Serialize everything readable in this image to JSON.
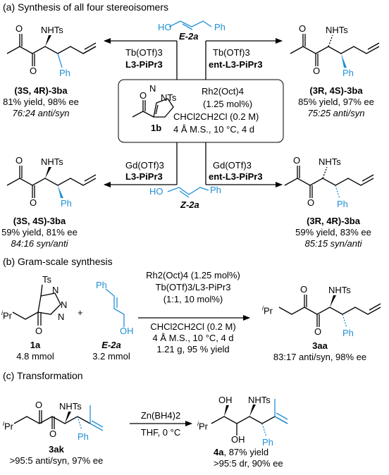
{
  "sections": {
    "a": "(a) Synthesis of all four stereoisomers",
    "b": "(b) Gram-scale synthesis",
    "c": "(c) Transformation"
  },
  "labels": {
    "nhts": "NHTs",
    "ph": "Ph",
    "ts": "Ts",
    "ipr": "Pr",
    "ipr_sup": "i",
    "o": "O",
    "oh": "OH",
    "ho": "HO",
    "n": "N",
    "nts": "NTs",
    "e2a": "E-2a",
    "z2a": "Z-2a",
    "1b": "1b"
  },
  "part_a": {
    "center": {
      "cat": "Rh2(Oct)4",
      "mol": "(1.25 mol%)",
      "solvent": "CHCl2CH2Cl (0.2 M)",
      "cond": "4 Å M.S., 10 °C, 4 d"
    },
    "tl_arrow": [
      "Tb(OTf)3",
      "L3-PiPr3"
    ],
    "tr_arrow": [
      "Tb(OTf)3",
      "ent-L3-PiPr3"
    ],
    "bl_arrow": [
      "Gd(OTf)3",
      "L3-PiPr3"
    ],
    "br_arrow": [
      "Gd(OTf)3",
      "ent-L3-PiPr3"
    ],
    "p1": [
      "(3S, 4R)-3ba",
      "81% yield, 98% ee",
      "76:24 anti/syn"
    ],
    "p2": [
      "(3R, 4S)-3ba",
      "85% yield, 97% ee",
      "75:25  anti/syn"
    ],
    "p3": [
      "(3S, 4S)-3ba",
      "59% yield, 81% ee",
      "84:16 syn/anti"
    ],
    "p4": [
      "(3R, 4R)-3ba",
      "59% yield, 83% ee",
      "85:15 syn/anti"
    ]
  },
  "part_b": {
    "sm1_label": "1a",
    "sm1_amt": "4.8 mmol",
    "sm2_label": "E-2a",
    "sm2_amt": "3.2 mmol",
    "plus": "+",
    "above": [
      "Rh2(Oct)4 (1.25 mol%)",
      "Tb(OTf)3/L3-PiPr3",
      "(1:1, 10 mol%)"
    ],
    "below": [
      "CHCl2CH2Cl (0.2 M)",
      "4 Å M.S., 10 °C, 4 d",
      "1.21 g, 95 % yield"
    ],
    "prod_label": "3aa",
    "prod_sel": "83:17 anti/syn, 98% ee"
  },
  "part_c": {
    "sm_label": "3ak",
    "sm_sel": ">95:5 anti/syn, 97% ee",
    "reagent": "Zn(BH4)2",
    "cond": "THF, 0 °C",
    "prod_label": "4a",
    "prod_yield": ", 87% yield",
    "prod_sel": ">95:5 dr, 90% ee"
  }
}
